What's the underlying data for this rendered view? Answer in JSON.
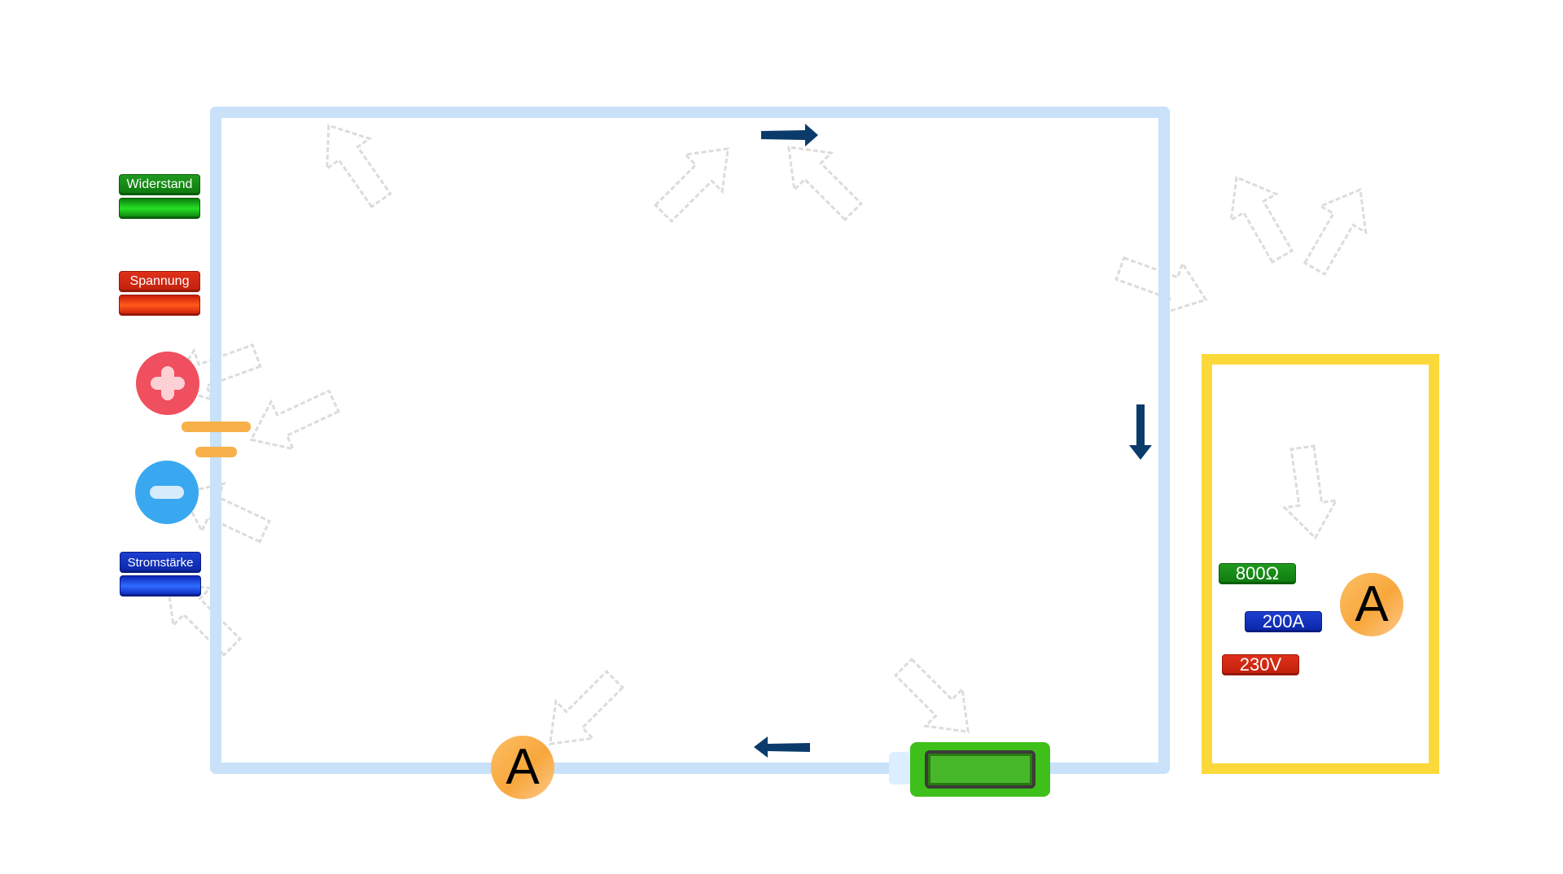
{
  "legend": {
    "resistance_label": "Widerstand",
    "voltage_label": "Spannung",
    "current_label": "Stromstärke"
  },
  "ammeter": {
    "symbol": "A"
  },
  "info_panel": {
    "resistance_value": "800Ω",
    "current_value": "200A",
    "voltage_value": "230V",
    "ammeter_symbol": "A"
  },
  "colors": {
    "wire": "#c9e2f9",
    "flow_arrow": "#0b3b6b",
    "info_border": "#fbd93a",
    "resistor": "#3fbf1a",
    "positive_terminal": "#ef4f5f",
    "negative_terminal": "#3aa8f0",
    "battery_plate": "#f7b04a"
  },
  "icons": {
    "plus": "plus-icon",
    "minus": "minus-icon",
    "flow_arrow": "arrow-icon",
    "hint_arrow": "outline-arrow-icon"
  }
}
